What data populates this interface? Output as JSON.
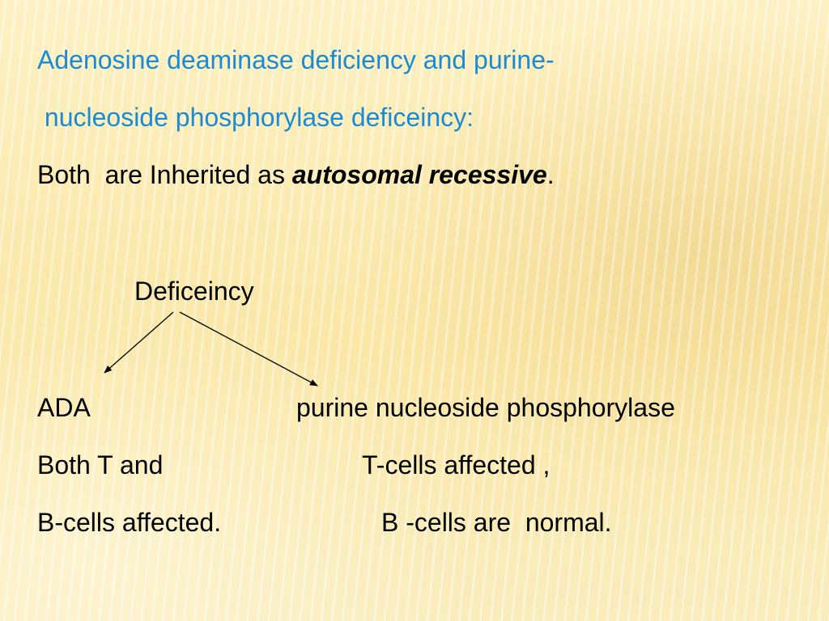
{
  "heading": {
    "line1": "Adenosine deaminase deficiency and purine-",
    "line2": " nucleoside phosphorylase deficeincy:"
  },
  "inheritance": {
    "prefix": "Both  are Inherited as ",
    "emphasis": "autosomal recessive",
    "suffix": "."
  },
  "diagram": {
    "root": "Deficeincy"
  },
  "columns": {
    "left": {
      "title": "ADA",
      "line1": "Both T and",
      "line2": "B-cells affected."
    },
    "right": {
      "title": "purine nucleoside phosphorylase",
      "line1": "T-cells affected ,",
      "line2": "B -cells are  normal."
    }
  },
  "colors": {
    "heading": "#1a8ad4",
    "text": "#000000",
    "background": "#fbeaae"
  }
}
